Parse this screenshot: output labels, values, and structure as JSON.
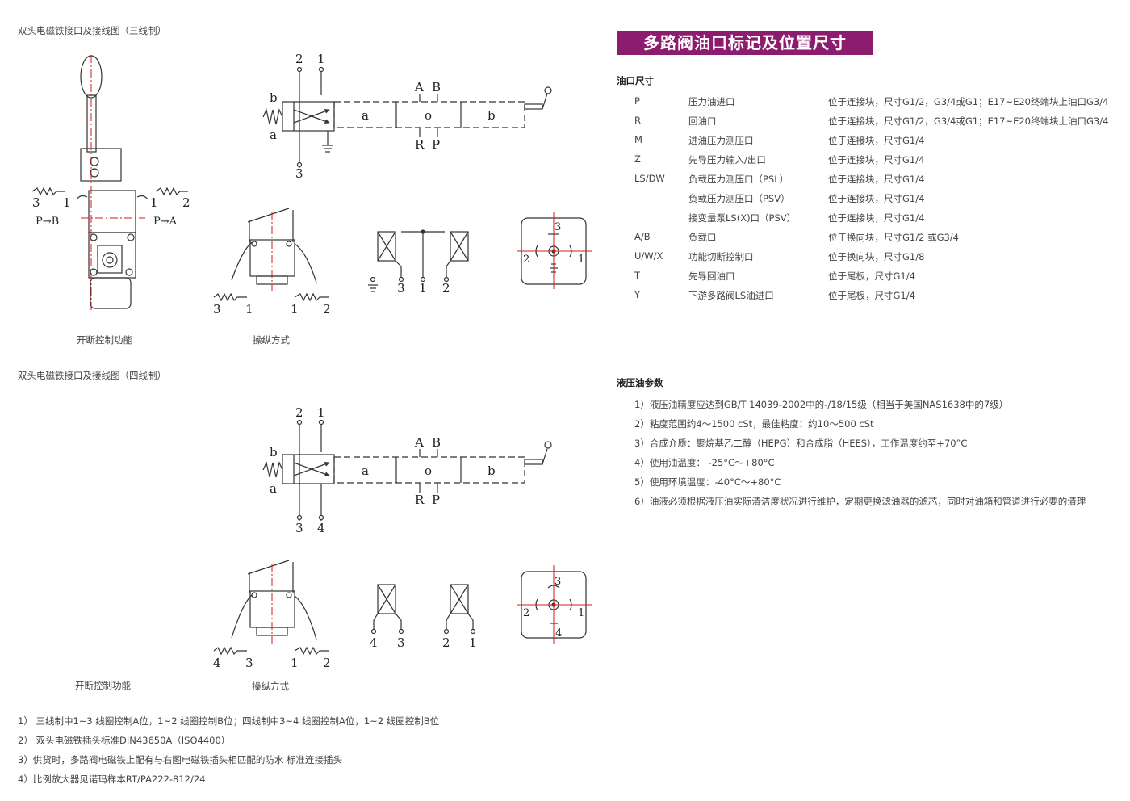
{
  "left": {
    "three_wire_title": "双头电磁铁接口及接线图（三线制）",
    "four_wire_title": "双头电磁铁接口及接线图（四线制）",
    "caption_switch": "开断控制功能",
    "caption_operation": "操纵方式",
    "p_to_b": "P→B",
    "p_to_a": "P→A"
  },
  "right": {
    "title": "多路阀油口标记及位置尺寸",
    "ports_heading": "油口尺寸",
    "ports": [
      {
        "code": "P",
        "name": "压力油进口",
        "desc": "位于连接块，尺寸G1/2，G3/4或G1；E17~E20终端块上油口G3/4"
      },
      {
        "code": "R",
        "name": "回油口",
        "desc": "位于连接块，尺寸G1/2，G3/4或G1；E17~E20终端块上油口G3/4"
      },
      {
        "code": "M",
        "name": "进油压力测压口",
        "desc": "位于连接块，尺寸G1/4"
      },
      {
        "code": "Z",
        "name": "先导压力输入/出口",
        "desc": "位于连接块，尺寸G1/4"
      },
      {
        "code": "LS/DW",
        "name": "负载压力测压口（PSL）",
        "desc": "位于连接块，尺寸G1/4"
      },
      {
        "code": "",
        "name": "负载压力测压口（PSV）",
        "desc": "位于连接块，尺寸G1/4"
      },
      {
        "code": "",
        "name": "接变量泵LS(X)口（PSV）",
        "desc": "位于连接块，尺寸G1/4"
      },
      {
        "code": "A/B",
        "name": "负载口",
        "desc": "位于换向块，尺寸G1/2 或G3/4"
      },
      {
        "code": "U/W/X",
        "name": "功能切断控制口",
        "desc": "位于换向块，尺寸G1/8"
      },
      {
        "code": "T",
        "name": "先导回油口",
        "desc": "位于尾板，尺寸G1/4"
      },
      {
        "code": "Y",
        "name": "下游多路阀LS油进口",
        "desc": "位于尾板，尺寸G1/4"
      }
    ],
    "oil_heading": "液压油参数",
    "oil_items": [
      "1）液压油精度应达到GB/T 14039-2002中的-/18/15级（相当于美国NAS1638中的7级）",
      "2）粘度范围约4～1500 cSt，最佳粘度：约10～500 cSt",
      "3）合成介质：聚烷基乙二醇（HEPG）和合成脂（HEES），工作温度约至+70°C",
      "4）使用油温度：  -25°C～+80°C",
      "5）使用环境温度：-40°C～+80°C",
      "6）油液必须根据液压油实际清洁度状况进行维护，定期更换滤油器的滤芯，同时对油箱和管道进行必要的清理"
    ]
  },
  "notes": [
    "1）  三线制中1~3 线圈控制A位，1~2 线圈控制B位；四线制中3~4 线圈控制A位，1~2 线圈控制B位",
    "2）  双头电磁铁插头标准DIN43650A（ISO4400）",
    "3）供货时，多路阀电磁铁上配有与右图电磁铁插头相匹配的防水 标准连接插头",
    "4）比例放大器见诺玛样本RT/PA222-812/24"
  ],
  "diagram_labels": {
    "n1": "1",
    "n2": "2",
    "n3": "3",
    "n4": "4",
    "a": "a",
    "b": "b",
    "o": "o",
    "A": "A",
    "B": "B",
    "R": "R",
    "P": "P"
  },
  "colors": {
    "title_bar": "#8c1d6e",
    "center_line": "#d21e1e",
    "line": "#333333"
  }
}
